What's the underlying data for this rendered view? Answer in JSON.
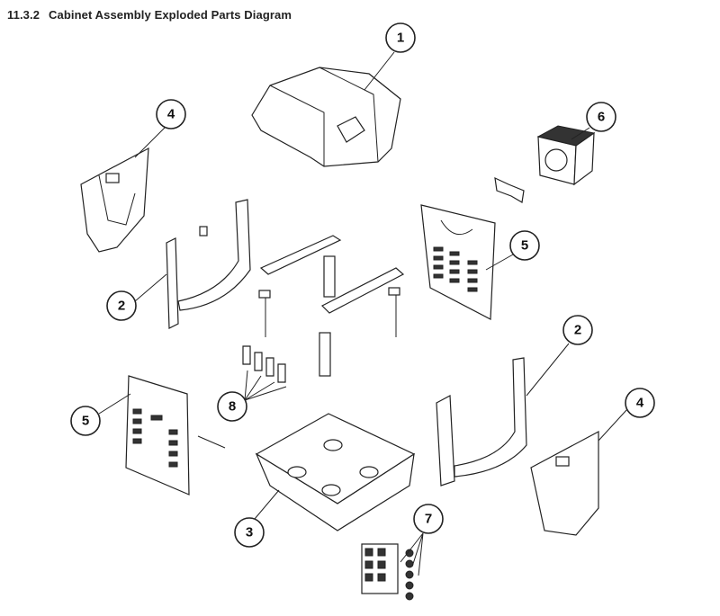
{
  "header": {
    "section_number": "11.3.2",
    "title": "Cabinet Assembly Exploded Parts Diagram"
  },
  "callouts": {
    "c1": "1",
    "c2a": "2",
    "c2b": "2",
    "c3": "3",
    "c4a": "4",
    "c4b": "4",
    "c5a": "5",
    "c5b": "5",
    "c6": "6",
    "c7": "7",
    "c8": "8"
  }
}
